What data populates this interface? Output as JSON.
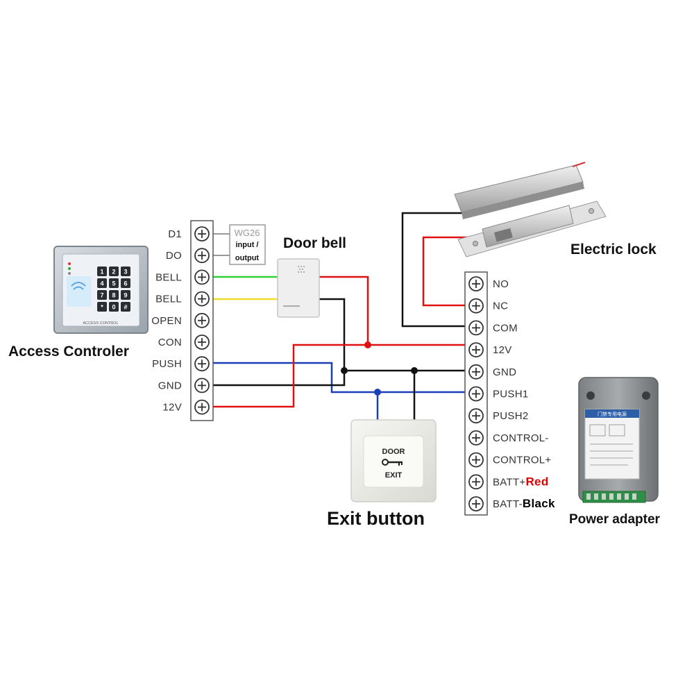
{
  "titles": {
    "access_controller": "Access Controler",
    "door_bell": "Door bell",
    "electric_lock": "Electric lock",
    "exit_button": "Exit button",
    "power_adapter": "Power adapter"
  },
  "wg26": {
    "title": "WG26",
    "input": "input  /",
    "output": "output"
  },
  "keypad": {
    "keys": [
      "1",
      "2",
      "3",
      "4",
      "5",
      "6",
      "7",
      "8",
      "9",
      "*",
      "0",
      "#"
    ],
    "footer": "ACCESS CONTROL"
  },
  "exit_button_face": {
    "line1": "DOOR",
    "line2": "EXIT"
  },
  "power_adapter_label": "门禁专用电源",
  "controller_terminals": [
    "D1",
    "DO",
    "BELL",
    "BELL",
    "OPEN",
    "CON",
    "PUSH",
    "GND",
    "12V"
  ],
  "power_terminals": [
    {
      "label": "NO"
    },
    {
      "label": "NC"
    },
    {
      "label": "COM"
    },
    {
      "label": "12V"
    },
    {
      "label": "GND"
    },
    {
      "label": "PUSH1"
    },
    {
      "label": "PUSH2"
    },
    {
      "label": "CONTROL-"
    },
    {
      "label": "CONTROL+"
    },
    {
      "label": "BATT+",
      "suffix": "Red",
      "suffix_color": "#e00000"
    },
    {
      "label": "BATT-",
      "suffix": "Black",
      "suffix_color": "#000000"
    }
  ],
  "wire_colors": {
    "red": "#e01010",
    "black": "#111111",
    "green": "#2fcf3a",
    "yellow": "#ecdf22",
    "blue": "#1c3fb8",
    "gray": "#9a9a9a"
  }
}
